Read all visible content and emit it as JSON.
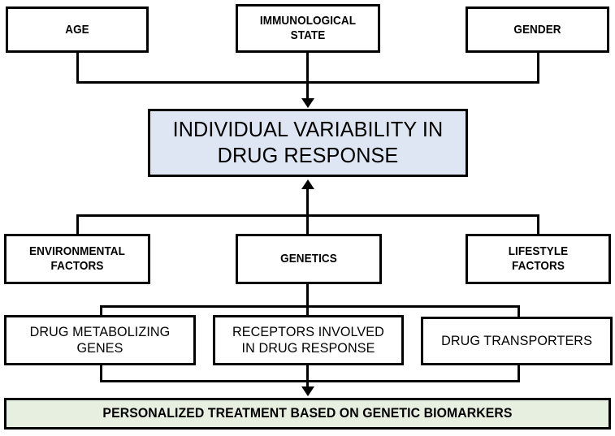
{
  "diagram": {
    "title": "Factors influencing individual variability in drug response",
    "colors": {
      "box_border": "#000000",
      "box_fill": "#ffffff",
      "highlight_fill": "#dde6f2",
      "outcome_fill": "#e6efe0",
      "connector": "#000000",
      "text": "#000000"
    }
  },
  "nodes": {
    "age": {
      "label": "AGE"
    },
    "immunological_state": {
      "label": "IMMUNOLOGICAL\nSTATE"
    },
    "gender": {
      "label": "GENDER"
    },
    "individual_variability": {
      "label": "INDIVIDUAL VARIABILITY IN\nDRUG RESPONSE"
    },
    "environmental_factors": {
      "label": "ENVIRONMENTAL\nFACTORS"
    },
    "genetics": {
      "label": "GENETICS"
    },
    "lifestyle_factors": {
      "label": "LIFESTYLE\nFACTORS"
    },
    "drug_metabolizing_genes": {
      "label": "DRUG METABOLIZING\nGENES"
    },
    "receptors_involved": {
      "label": "RECEPTORS INVOLVED\nIN DRUG RESPONSE"
    },
    "drug_transporters": {
      "label": "DRUG TRANSPORTERS"
    },
    "personalized_treatment": {
      "label": "PERSONALIZED TREATMENT BASED ON GENETIC BIOMARKERS"
    }
  },
  "connectors": [
    {
      "name": "age-to-variability",
      "from": "age",
      "to": "individual_variability",
      "arrow": "down"
    },
    {
      "name": "immunological-state-to-variability",
      "from": "immunological_state",
      "to": "individual_variability",
      "arrow": "down"
    },
    {
      "name": "gender-to-variability",
      "from": "gender",
      "to": "individual_variability",
      "arrow": "down"
    },
    {
      "name": "environmental-factors-to-variability",
      "from": "environmental_factors",
      "to": "individual_variability",
      "arrow": "up"
    },
    {
      "name": "genetics-to-variability",
      "from": "genetics",
      "to": "individual_variability",
      "arrow": "up"
    },
    {
      "name": "lifestyle-factors-to-variability",
      "from": "lifestyle_factors",
      "to": "individual_variability",
      "arrow": "up"
    },
    {
      "name": "genetics-to-drug-metabolizing-genes",
      "from": "genetics",
      "to": "drug_metabolizing_genes",
      "arrow": "none"
    },
    {
      "name": "genetics-to-receptors-involved",
      "from": "genetics",
      "to": "receptors_involved",
      "arrow": "none"
    },
    {
      "name": "genetics-to-drug-transporters",
      "from": "genetics",
      "to": "drug_transporters",
      "arrow": "none"
    },
    {
      "name": "drug-metabolizing-genes-to-personalized-treatment",
      "from": "drug_metabolizing_genes",
      "to": "personalized_treatment",
      "arrow": "down"
    },
    {
      "name": "receptors-involved-to-personalized-treatment",
      "from": "receptors_involved",
      "to": "personalized_treatment",
      "arrow": "down"
    },
    {
      "name": "drug-transporters-to-personalized-treatment",
      "from": "drug_transporters",
      "to": "personalized_treatment",
      "arrow": "down"
    }
  ]
}
